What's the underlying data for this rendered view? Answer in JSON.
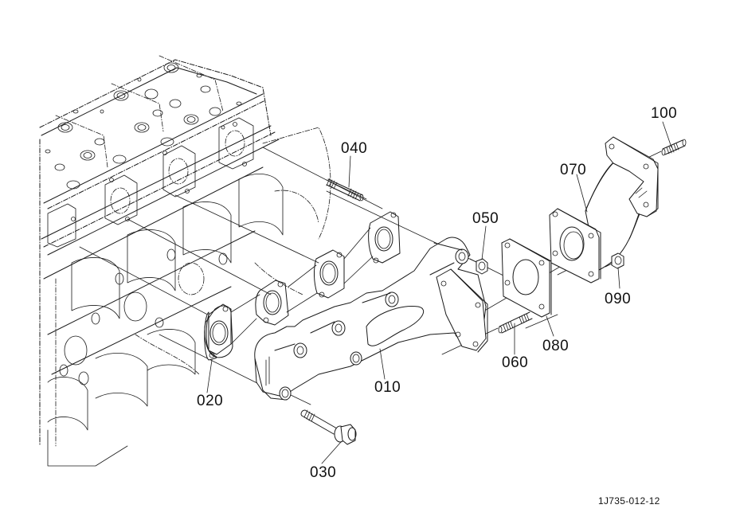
{
  "diagram": {
    "title": "Exhaust manifold exploded parts view",
    "drawing_number": "1J735-012-12",
    "parts": [
      {
        "ref": "010",
        "name": "exhaust-manifold"
      },
      {
        "ref": "020",
        "name": "manifold-gasket"
      },
      {
        "ref": "030",
        "name": "flange-bolt"
      },
      {
        "ref": "040",
        "name": "stud-bolt"
      },
      {
        "ref": "050",
        "name": "nut"
      },
      {
        "ref": "060",
        "name": "stud-bolt"
      },
      {
        "ref": "070",
        "name": "exhaust-elbow"
      },
      {
        "ref": "080",
        "name": "elbow-gasket"
      },
      {
        "ref": "090",
        "name": "nut"
      },
      {
        "ref": "100",
        "name": "stud-bolt"
      }
    ]
  }
}
